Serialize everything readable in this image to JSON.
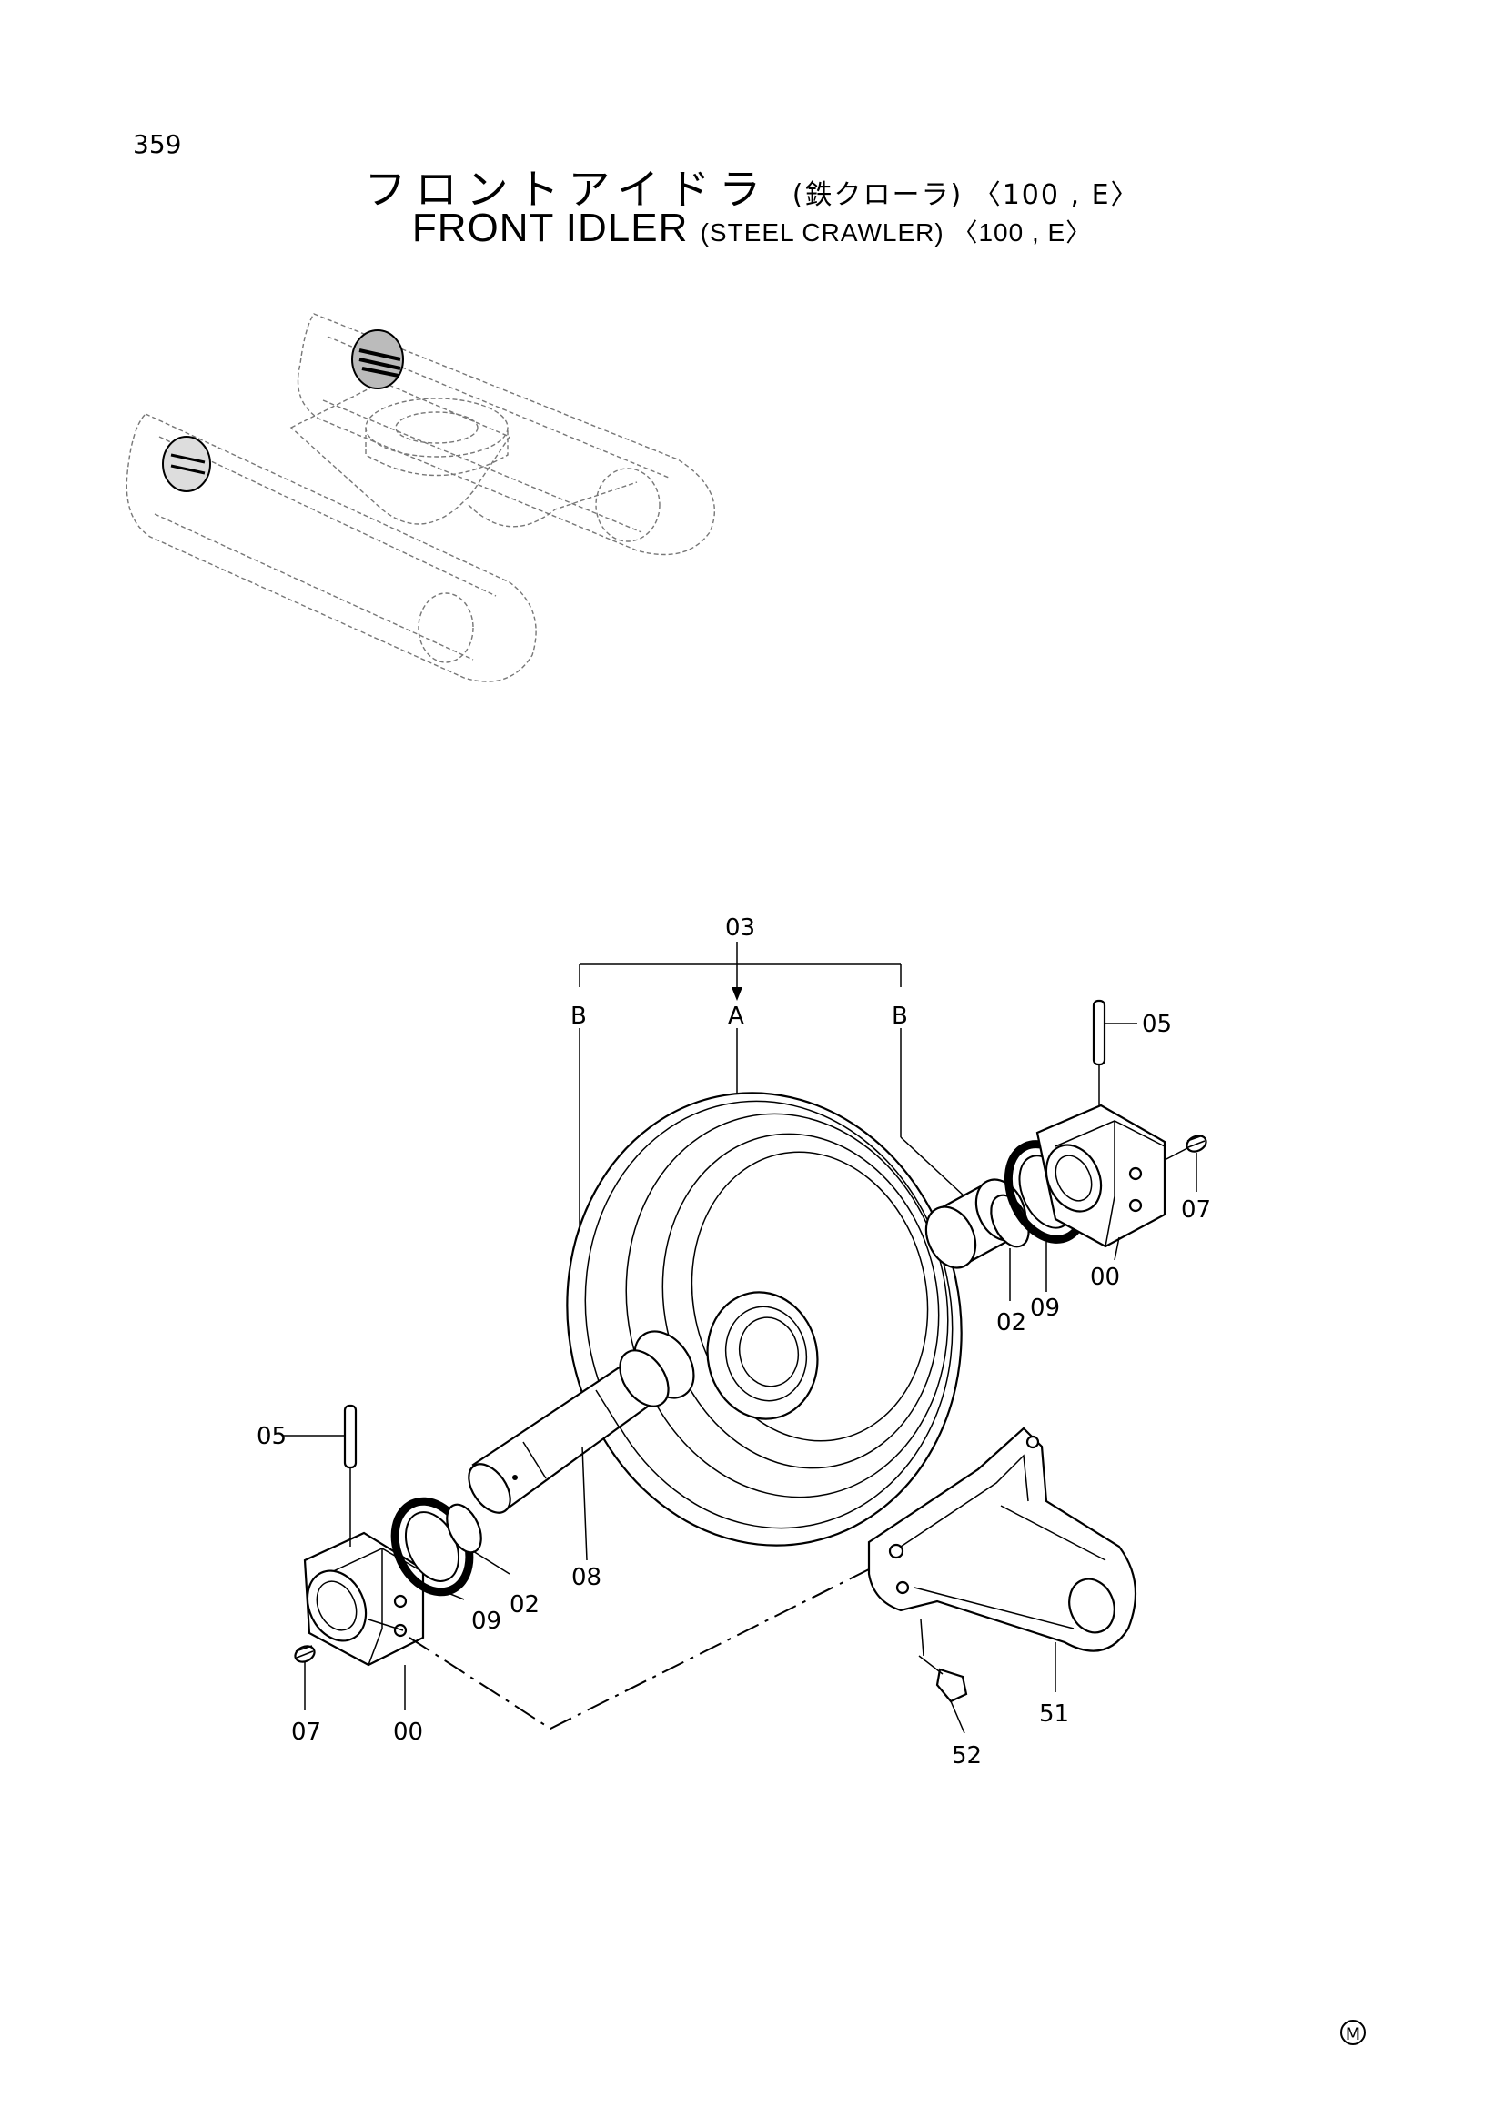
{
  "page_number": "359",
  "title_jp": {
    "main": "フロントアイドラ",
    "sub": "(鉄クローラ) 〈100 , E〉"
  },
  "title_en": {
    "main": "FRONT IDLER",
    "sub": "(STEEL CRAWLER) 〈100 , E〉"
  },
  "callouts": {
    "c03": "03",
    "cA": "A",
    "cB_left": "B",
    "cB_right": "B",
    "c05_right": "05",
    "c07_right": "07",
    "c00_right": "00",
    "c09_right": "09",
    "c02_right": "02",
    "c05_left": "05",
    "c08": "08",
    "c02_left": "02",
    "c09_left": "09",
    "c07_left": "07",
    "c00_left": "00",
    "c51": "51",
    "c52": "52"
  },
  "mark": "M"
}
